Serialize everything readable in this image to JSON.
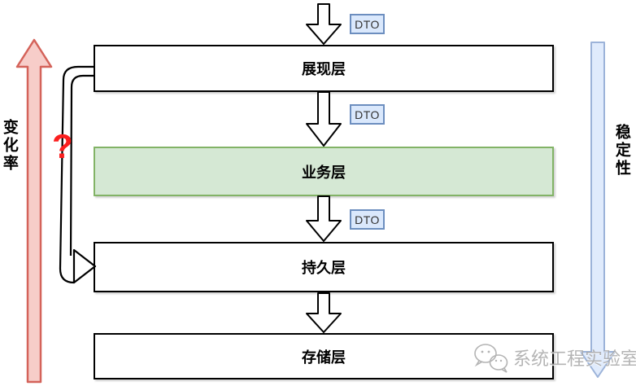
{
  "diagram": {
    "layers": [
      {
        "label": "展现层",
        "type": "plain"
      },
      {
        "label": "业务层",
        "type": "highlight"
      },
      {
        "label": "持久层",
        "type": "plain"
      },
      {
        "label": "存储层",
        "type": "plain"
      }
    ],
    "dto_labels": [
      "DTO",
      "DTO",
      "DTO"
    ],
    "left_axis": {
      "label": "变化率",
      "direction": "up"
    },
    "right_axis": {
      "label": "稳定性",
      "direction": "down"
    },
    "question_mark": "?",
    "watermark": {
      "text": "系统工程实验室",
      "icon": "wechat-bubbles-icon"
    },
    "colors": {
      "layer_highlight_bg": "#d5e8d4",
      "layer_highlight_border": "#82b366",
      "dto_bg": "#dae8fc",
      "dto_border": "#6c8ebf",
      "change_arrow_fill": "#f7cdc9",
      "change_arrow_stroke": "#d4635a",
      "stability_arrow_fill": "#dae8fc",
      "stability_arrow_stroke": "#9cb3d9",
      "question_color": "#fb1f1f",
      "watermark_color": "#a8a8a8"
    }
  }
}
